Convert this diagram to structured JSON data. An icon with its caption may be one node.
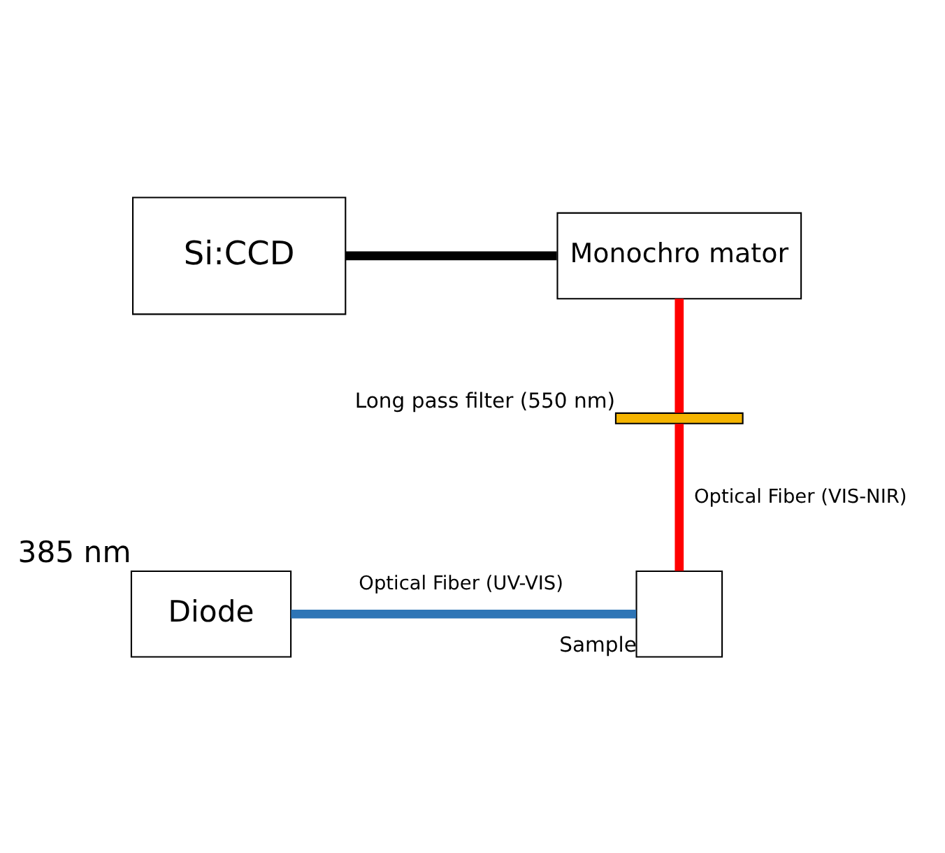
{
  "diagram": {
    "nodes": [
      {
        "text": [
          "Si:CCD"
        ]
      },
      {
        "text": [
          "Monochro mator"
        ]
      },
      {
        "text": [],
        "shape": "bar",
        "beside": [
          "Long pass filter (550 nm)"
        ]
      },
      {
        "text": [],
        "shape": "box",
        "beside": [
          "Sample"
        ]
      },
      {
        "text": [
          "Diode"
        ],
        "beside": [
          "385 nm"
        ]
      }
    ],
    "edges": [
      {
        "from": 0,
        "to": 1,
        "arrow": "none",
        "color": "#000000"
      },
      {
        "from": 1,
        "to": 2,
        "arrow": "none",
        "color": "#ff0000"
      },
      {
        "from": 2,
        "to": 3,
        "arrow": "none",
        "color": "#ff0000",
        "label": "Optical Fiber (VIS-NIR)"
      },
      {
        "from": 4,
        "to": 3,
        "arrow": "none",
        "color": "#2e75b6",
        "label": "Optical Fiber (UV-VIS)"
      }
    ]
  }
}
